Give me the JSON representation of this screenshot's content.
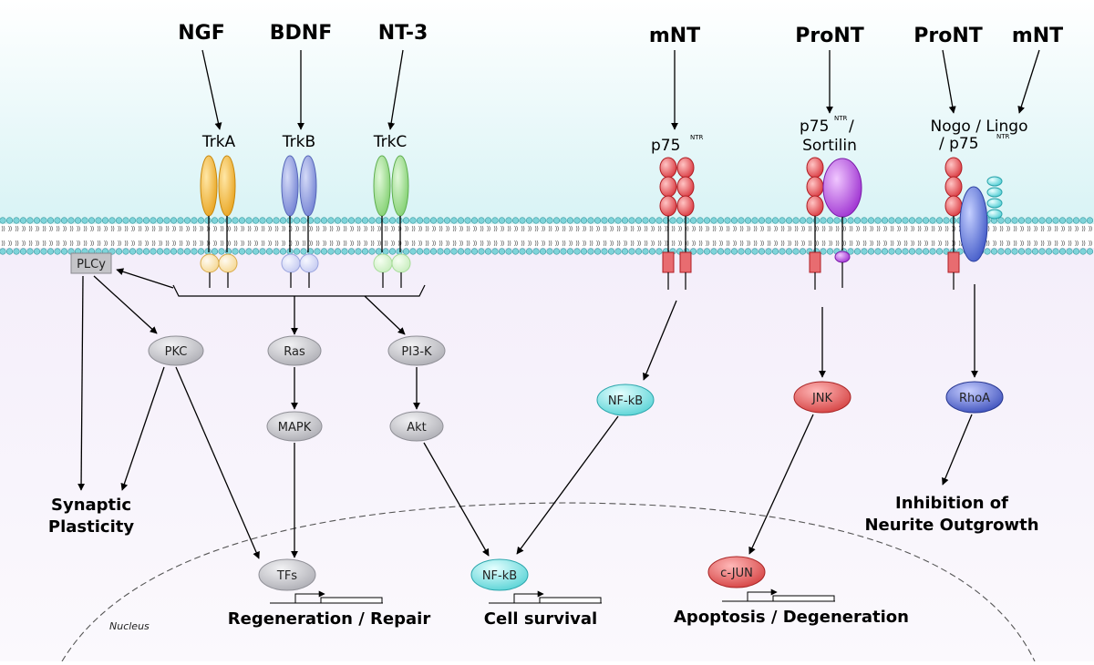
{
  "ligands": {
    "ngf": "NGF",
    "bdnf": "BDNF",
    "nt3": "NT-3",
    "mnt_left": "mNT",
    "pront_mid": "ProNT",
    "pront_right": "ProNT",
    "mnt_right": "mNT"
  },
  "receptors": {
    "trka": "TrkA",
    "trkb": "TrkB",
    "trkc": "TrkC",
    "p75": "p75",
    "p75_sup": "NTR",
    "p75_sort_line1": "p75",
    "p75_sort_sup": "NTR",
    "p75_sort_slash": "/",
    "p75_sort_line2": "Sortilin",
    "nogo_line1": "Nogo / Lingo",
    "nogo_line2": "/ p75",
    "nogo_sup": "NTR"
  },
  "nodes": {
    "plcy": "PLCy",
    "pkc": "PKC",
    "ras": "Ras",
    "pi3k": "PI3-K",
    "mapk": "MAPK",
    "akt": "Akt",
    "nfkb_cyto": "NF-kB",
    "jnk": "JNK",
    "rhoa": "RhoA",
    "tfs": "TFs",
    "nfkb_nuc": "NF-kB",
    "cjun": "c-JUN"
  },
  "outcomes": {
    "synaptic_1": "Synaptic",
    "synaptic_2": "Plasticity",
    "inhib_1": "Inhibition of",
    "inhib_2": "Neurite Outgrowth",
    "regeneration": "Regeneration / Repair",
    "survival": "Cell survival",
    "apoptosis": "Apoptosis / Degeneration"
  },
  "nucleus_label": "Nucleus",
  "colors": {
    "trka": "#f2b233",
    "trkb": "#7f8ed8",
    "trkc": "#8fd87f",
    "p75": "#e0474c",
    "sortilin": "#a83bd6",
    "lingo": "#4a63cf",
    "nogo": "#5fd6dc",
    "node_gray": "#c6c6ca",
    "nfkb": "#6fd9d9",
    "jnk": "#e24e4e",
    "rhoa": "#4a5cc8",
    "membrane": "#7fd4da"
  }
}
